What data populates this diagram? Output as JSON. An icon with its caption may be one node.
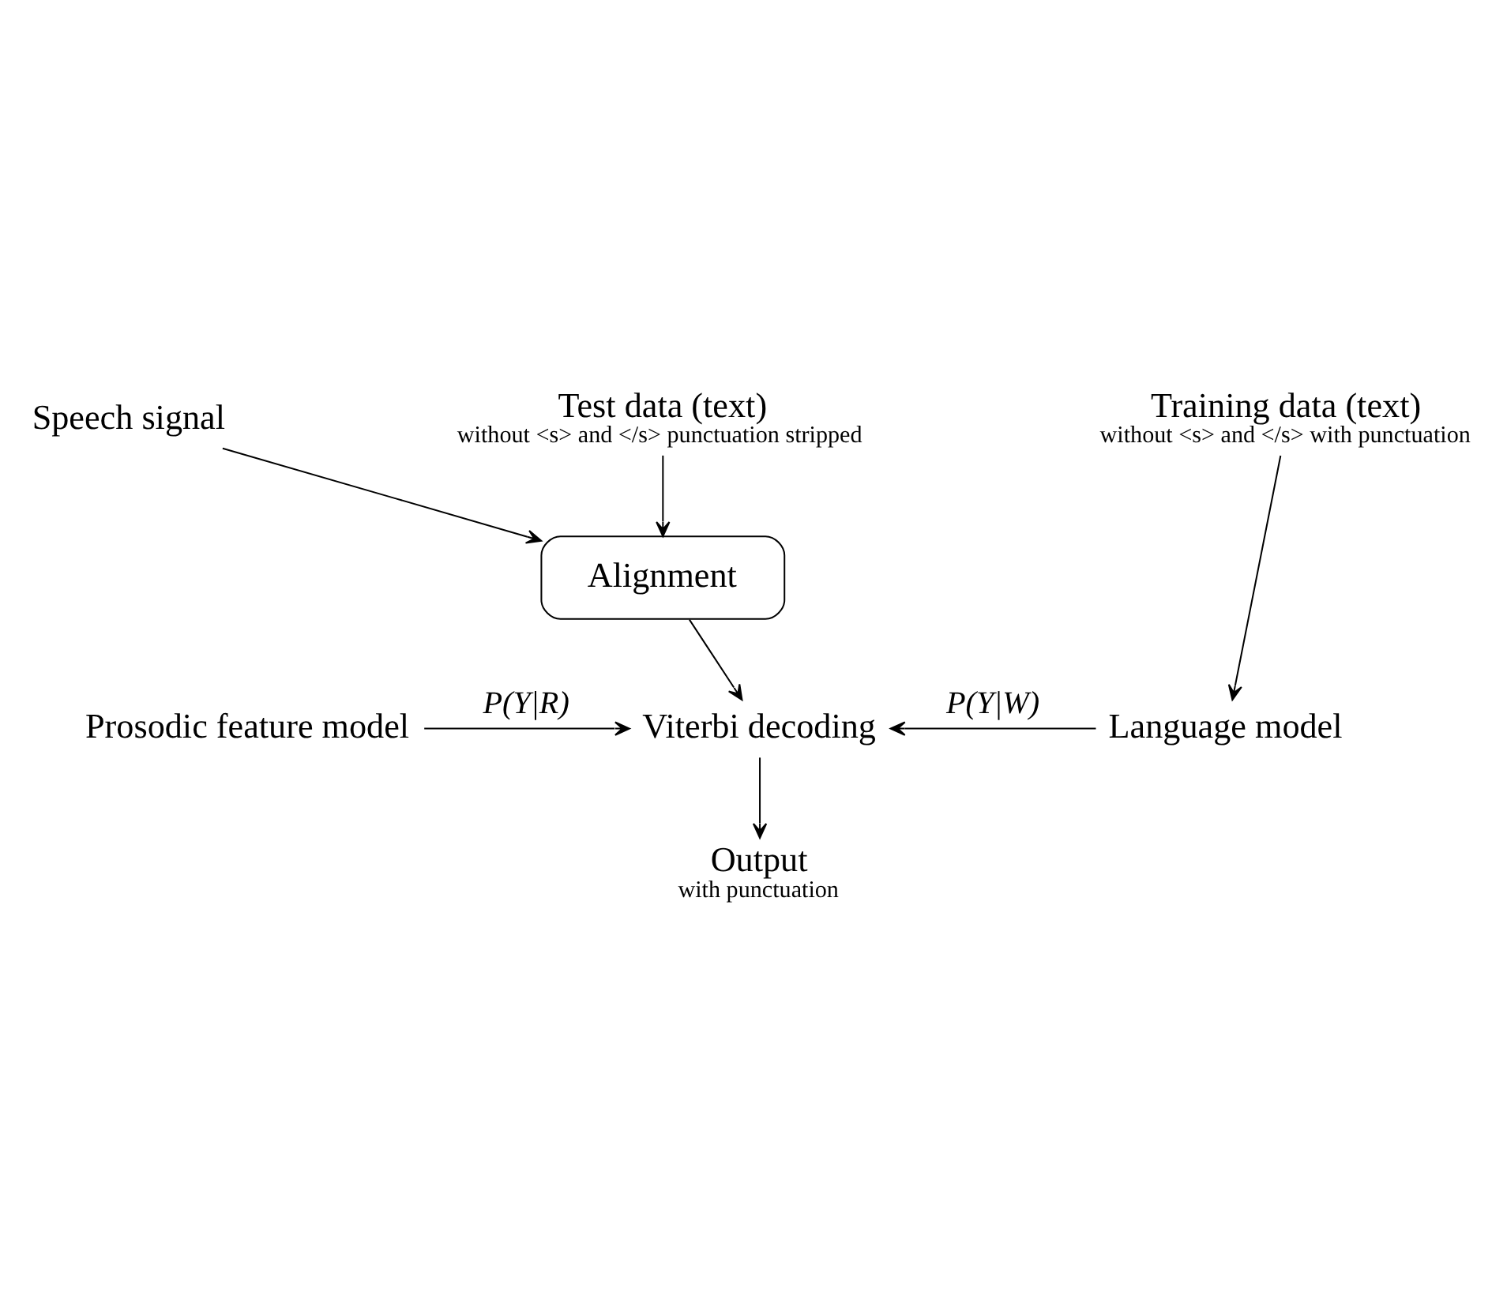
{
  "diagram": {
    "nodes": [
      {
        "text": [
          "Speech signal"
        ]
      },
      {
        "text": [
          "Test data (text)",
          "without <s> and </s> punctuation stripped"
        ]
      },
      {
        "text": [
          "Training data (text)",
          "without <s> and </s> with punctuation"
        ]
      },
      {
        "text": [
          "Alignment"
        ]
      },
      {
        "text": [
          "Prosodic feature model"
        ]
      },
      {
        "text": [
          "Viterbi decoding"
        ]
      },
      {
        "text": [
          "Language model"
        ]
      },
      {
        "text": [
          "Output",
          "with punctuation"
        ]
      }
    ],
    "edges": [
      {
        "from": 0,
        "to": 3,
        "arrow": "to"
      },
      {
        "from": 1,
        "to": 3,
        "arrow": "to"
      },
      {
        "from": 2,
        "to": 6,
        "arrow": "to"
      },
      {
        "from": 3,
        "to": 5,
        "arrow": "to"
      },
      {
        "from": 4,
        "to": 5,
        "arrow": "to",
        "label": "P(Y|R)"
      },
      {
        "from": 6,
        "to": 5,
        "arrow": "to",
        "label": "P(Y|W)"
      },
      {
        "from": 5,
        "to": 7,
        "arrow": "to"
      }
    ]
  }
}
